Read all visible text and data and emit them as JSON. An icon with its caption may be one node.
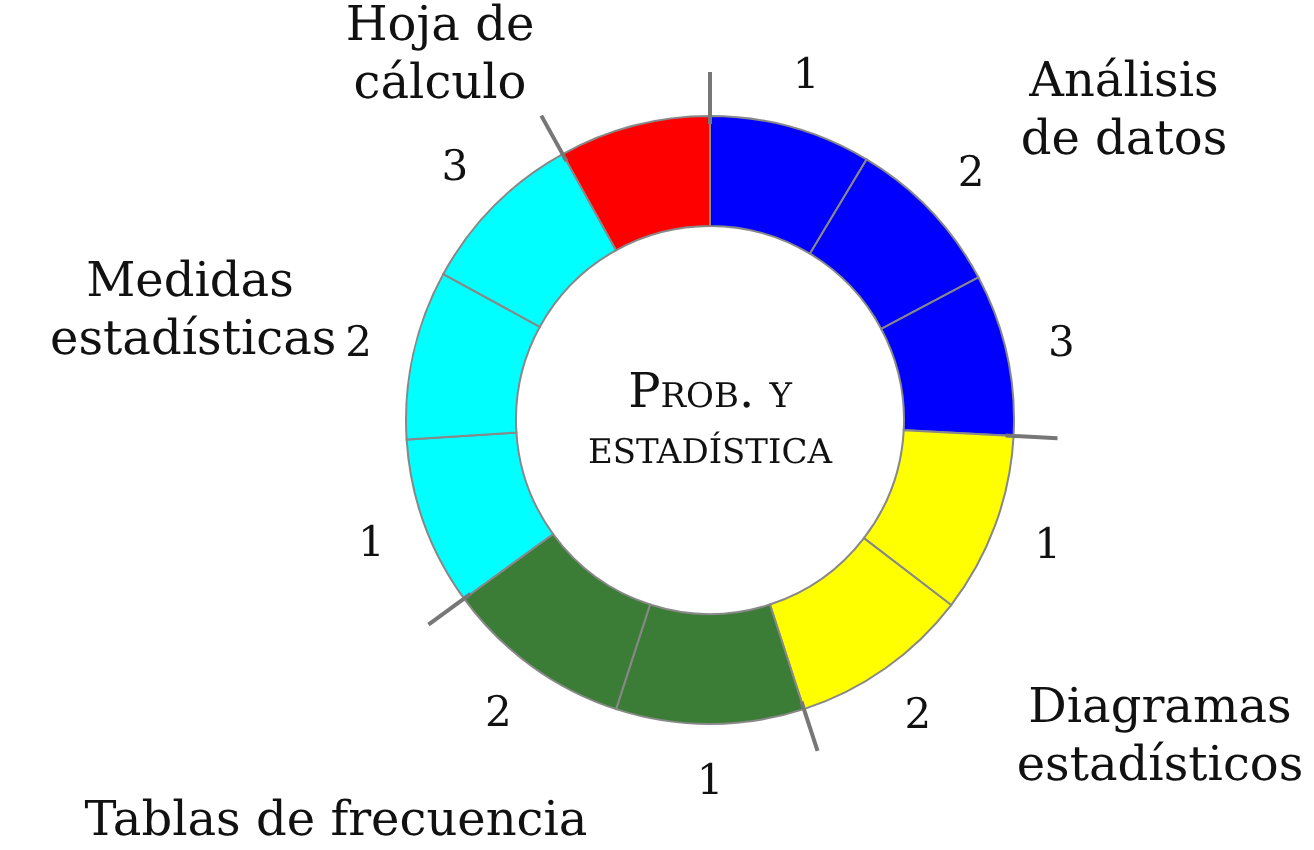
{
  "diagram": {
    "nodes": [
      {
        "text": [
          "Prob. y estadística"
        ]
      },
      {
        "text": [],
        "shape": "box"
      },
      {
        "text": [],
        "shape": "box",
        "beside": [
          "1"
        ]
      },
      {
        "text": [],
        "shape": "box",
        "beside": [
          "2"
        ]
      },
      {
        "text": [],
        "shape": "box",
        "beside": [
          "3"
        ]
      },
      {
        "text": [],
        "shape": "box",
        "beside": [
          "1"
        ]
      },
      {
        "text": [],
        "shape": "box",
        "beside": [
          "2"
        ]
      },
      {
        "text": [],
        "shape": "box",
        "beside": [
          "1"
        ]
      },
      {
        "text": [],
        "shape": "box",
        "beside": [
          "2"
        ]
      },
      {
        "text": [],
        "shape": "box",
        "beside": [
          "1"
        ]
      },
      {
        "text": [],
        "shape": "box",
        "beside": [
          "2"
        ]
      },
      {
        "text": [],
        "shape": "box",
        "beside": [
          "3"
        ]
      }
    ],
    "labels": [
      "Hoja de cálculo",
      "Análisis de datos",
      "Medidas estadísticas",
      "Diagramas estadísticos",
      "Tablas de frecuencia"
    ]
  }
}
